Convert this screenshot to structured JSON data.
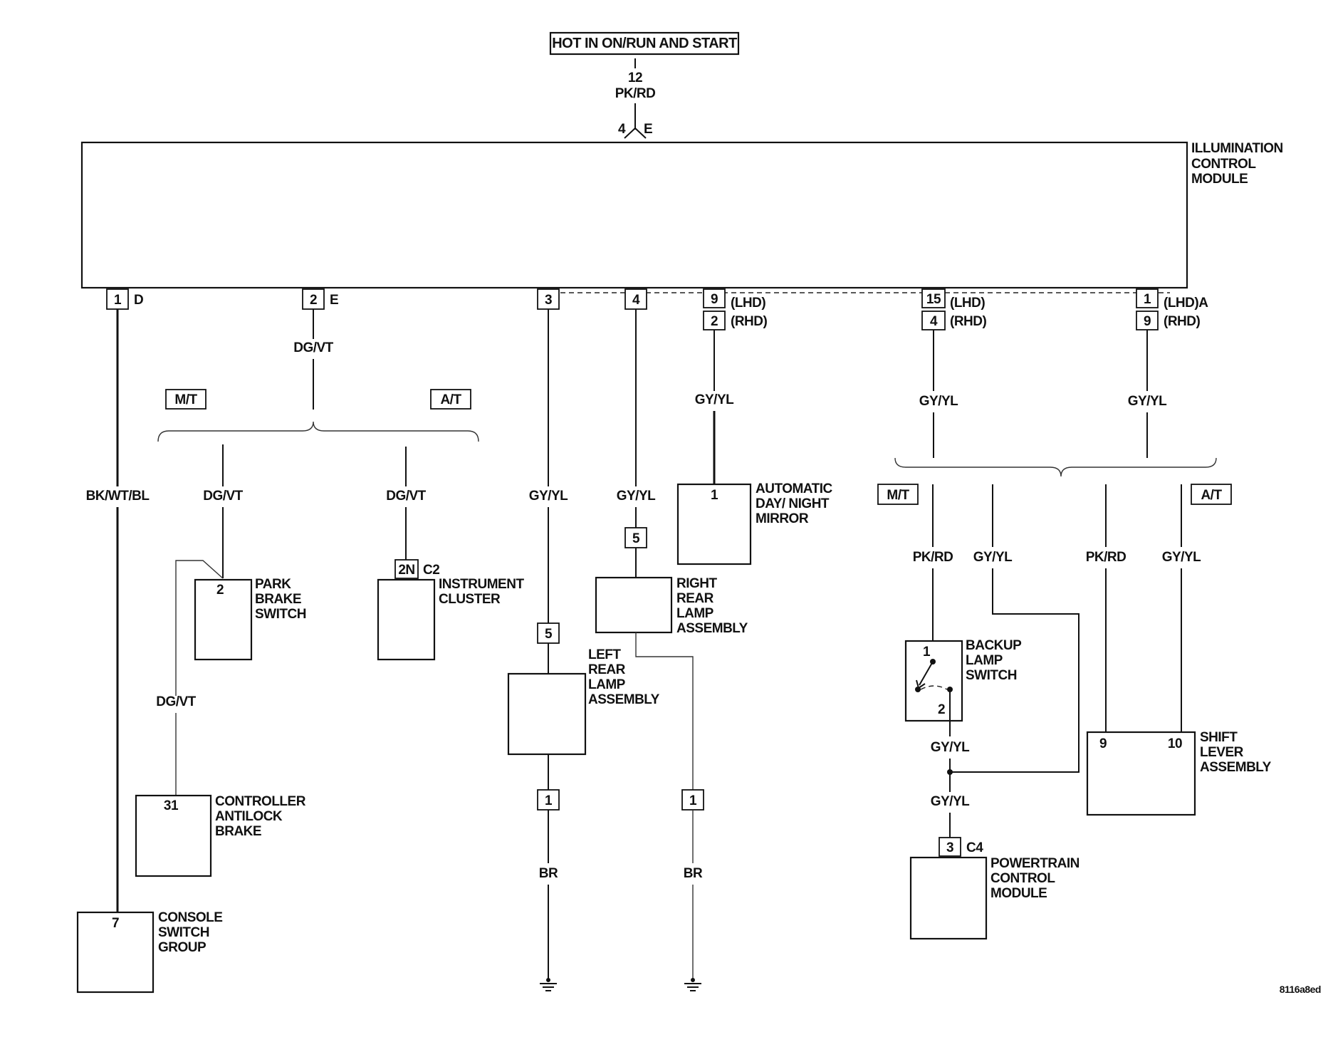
{
  "power_source": "HOT IN ON/RUN AND START",
  "feed": {
    "pin": "12",
    "wire": "PK/RD",
    "conn_pin": "4",
    "conn": "E"
  },
  "module": {
    "line1": "ILLUMINATION",
    "line2": "CONTROL",
    "line3": "MODULE"
  },
  "module_pins": {
    "p1": {
      "pin": "1",
      "conn": "D"
    },
    "p2": {
      "pin": "2",
      "conn": "E"
    },
    "p3": {
      "pin": "3"
    },
    "p4": {
      "pin": "4"
    },
    "p9": {
      "pin_lhd": "9",
      "tag_lhd": "(LHD)",
      "pin_rhd": "2",
      "tag_rhd": "(RHD)"
    },
    "p15": {
      "pin_lhd": "15",
      "tag_lhd": "(LHD)",
      "pin_rhd": "4",
      "tag_rhd": "(RHD)"
    },
    "p1a": {
      "pin_lhd": "1",
      "tag_lhd": "(LHD)A",
      "pin_rhd": "9",
      "tag_rhd": "(RHD)"
    }
  },
  "options": {
    "mt": "M/T",
    "at": "A/T"
  },
  "wires": {
    "bk_wt_bl": "BK/WT/BL",
    "dg_vt": "DG/VT",
    "dg_vt_mt": "DG/VT",
    "dg_vt_at": "DG/VT",
    "dg_vt_lower": "DG/VT",
    "gy_yl_3": "GY/YL",
    "gy_yl_4": "GY/YL",
    "gy_yl_9": "GY/YL",
    "gy_yl_15": "GY/YL",
    "gy_yl_1a": "GY/YL",
    "pk_rd_mt": "PK/RD",
    "gy_yl_mt": "GY/YL",
    "pk_rd_at": "PK/RD",
    "gy_yl_at": "GY/YL",
    "gy_yl_splice_upper": "GY/YL",
    "gy_yl_splice_lower": "GY/YL",
    "br_left": "BR",
    "br_right": "BR"
  },
  "connectors": {
    "lr_5": "5",
    "rr_5": "5",
    "lr_1": "1",
    "rr_1": "1"
  },
  "components": {
    "park_brake": {
      "pin": "2",
      "l1": "PARK",
      "l2": "BRAKE",
      "l3": "SWITCH"
    },
    "instrument_cluster": {
      "pin": "2N",
      "conn": "C2",
      "l1": "INSTRUMENT",
      "l2": "CLUSTER"
    },
    "controller_antilock": {
      "pin": "31",
      "l1": "CONTROLLER",
      "l2": "ANTILOCK",
      "l3": "BRAKE"
    },
    "console_switch": {
      "pin": "7",
      "l1": "CONSOLE",
      "l2": "SWITCH",
      "l3": "GROUP"
    },
    "left_rear_lamp": {
      "l1": "LEFT",
      "l2": "REAR",
      "l3": "LAMP",
      "l4": "ASSEMBLY"
    },
    "right_rear_lamp": {
      "l1": "RIGHT",
      "l2": "REAR",
      "l3": "LAMP",
      "l4": "ASSEMBLY"
    },
    "mirror": {
      "pin": "1",
      "l1": "AUTOMATIC",
      "l2": "DAY/ NIGHT",
      "l3": "MIRROR"
    },
    "backup_switch": {
      "pin1": "1",
      "pin2": "2",
      "l1": "BACKUP",
      "l2": "LAMP",
      "l3": "SWITCH"
    },
    "shift_lever": {
      "pin9": "9",
      "pin10": "10",
      "l1": "SHIFT",
      "l2": "LEVER",
      "l3": "ASSEMBLY"
    },
    "pcm": {
      "pin": "3",
      "conn": "C4",
      "l1": "POWERTRAIN",
      "l2": "CONTROL",
      "l3": "MODULE"
    }
  },
  "figure_code": "8116a8ed"
}
